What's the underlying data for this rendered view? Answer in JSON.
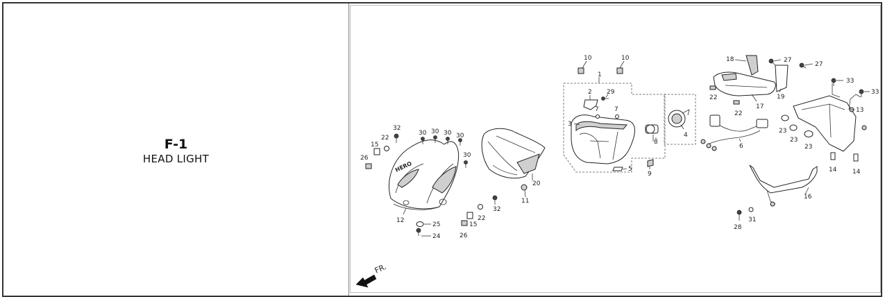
{
  "section": {
    "code": "F-1",
    "name": "HEAD LIGHT"
  },
  "diagram": {
    "direction_label": "FR.",
    "brand_mark": "HERO",
    "callouts": {
      "c1": "1",
      "c2": "2",
      "c3": "3",
      "c4": "4",
      "c5": "5",
      "c6": "6",
      "c7a": "7",
      "c7b": "7",
      "c8": "8",
      "c9": "9",
      "c10a": "10",
      "c10b": "10",
      "c11": "11",
      "c12": "12",
      "c13": "13",
      "c14a": "14",
      "c14b": "14",
      "c15a": "15",
      "c15b": "15",
      "c16": "16",
      "c17": "17",
      "c18": "18",
      "c19": "19",
      "c20": "20",
      "c22a": "22",
      "c22b": "22",
      "c22c": "22",
      "c22d": "22",
      "c23a": "23",
      "c23b": "23",
      "c23c": "23",
      "c24": "24",
      "c25": "25",
      "c26a": "26",
      "c26b": "26",
      "c27a": "27",
      "c27b": "27",
      "c28": "28",
      "c29": "29",
      "c30a": "30",
      "c30b": "30",
      "c30c": "30",
      "c30d": "30",
      "c30e": "30",
      "c31": "31",
      "c32a": "32",
      "c32b": "32",
      "c33a": "33",
      "c33b": "33"
    }
  }
}
